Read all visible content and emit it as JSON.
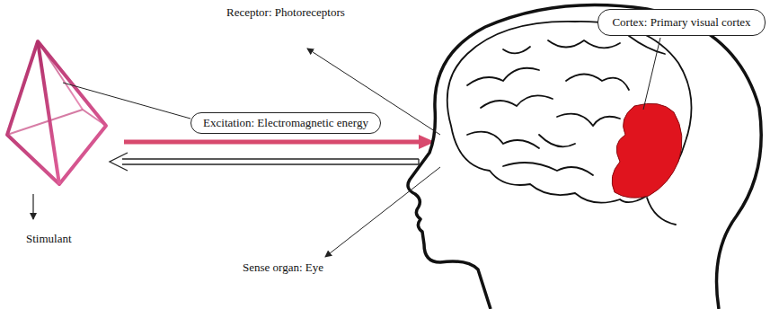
{
  "diagram": {
    "nodes": [
      {
        "text": [
          "Cortex: Primary visual cortex"
        ]
      },
      {
        "text": [
          "Excitation: Electromagnetic energy"
        ]
      }
    ],
    "labels": [
      "Receptor: Photoreceptors",
      "Stimulant",
      "Sense organ: Eye"
    ]
  }
}
